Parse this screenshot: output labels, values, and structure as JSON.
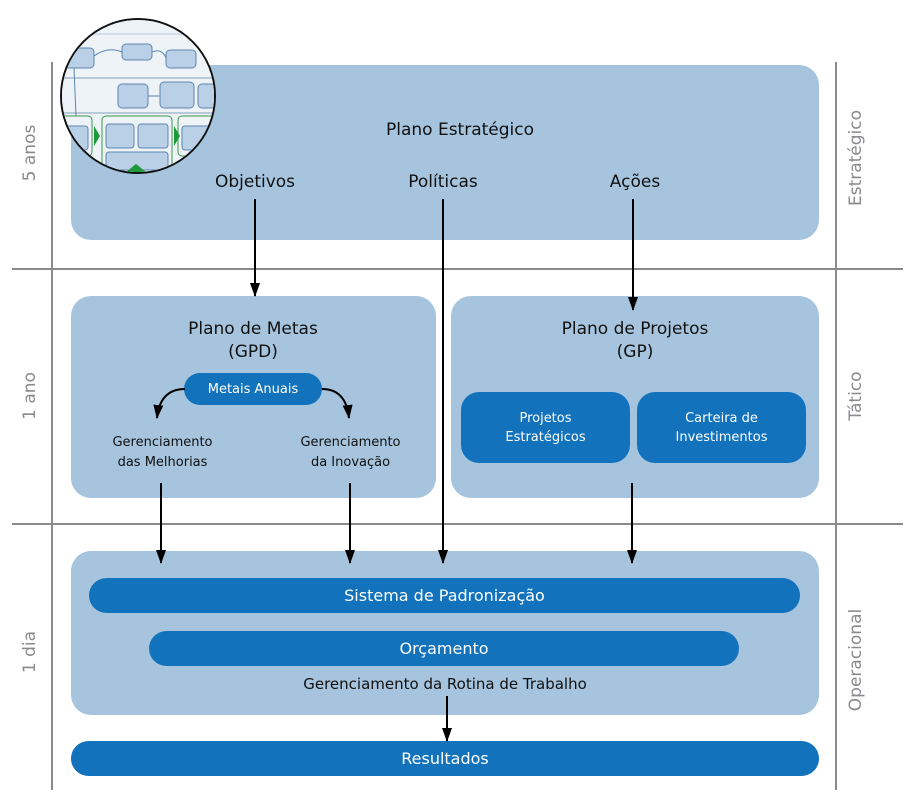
{
  "time_axis": {
    "strategic": "5 anos",
    "tactical": "1 ano",
    "operational": "1 dia"
  },
  "level_axis": {
    "strategic": "Estratégico",
    "tactical": "Tático",
    "operational": "Operacional"
  },
  "strategic_plan": {
    "title": "Plano Estratégico",
    "items": [
      "Objetivos",
      "Políticas",
      "Ações"
    ]
  },
  "goals_plan": {
    "title_line1": "Plano de Metas",
    "title_line2": "(GPD)",
    "pill": "Metais Anuais",
    "branches": [
      {
        "line1": "Gerenciamento",
        "line2": "das Melhorias"
      },
      {
        "line1": "Gerenciamento",
        "line2": "da Inovação"
      }
    ]
  },
  "projects_plan": {
    "title_line1": "Plano de Projetos",
    "title_line2": "(GP)",
    "boxes": [
      {
        "line1": "Projetos",
        "line2": "Estratégicos"
      },
      {
        "line1": "Carteira de",
        "line2": "Investimentos"
      }
    ]
  },
  "operational": {
    "standardization": "Sistema de Padronização",
    "budget": "Orçamento",
    "routine": "Gerenciamento da Rotina de Trabalho",
    "results": "Resultados"
  },
  "colors": {
    "panel": "#a6c4dd",
    "pill": "#1272bb",
    "grid": "#8a8a8e"
  }
}
